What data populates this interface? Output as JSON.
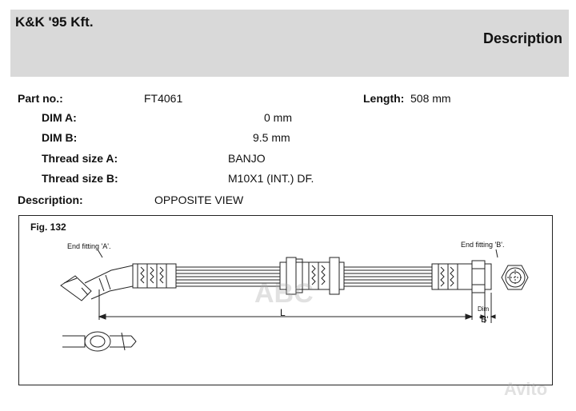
{
  "header": {
    "company": "K&K '95 Kft.",
    "title": "Description"
  },
  "fields": {
    "part_no": {
      "label": "Part no.:",
      "value": "FT4061"
    },
    "length": {
      "label": "Length:",
      "value": "508 mm"
    },
    "dim_a": {
      "label": "DIM A:",
      "value": "0 mm"
    },
    "dim_b": {
      "label": "DIM B:",
      "value": "9.5 mm"
    },
    "thread_a": {
      "label": "Thread size A:",
      "value": "BANJO"
    },
    "thread_b": {
      "label": "Thread size B:",
      "value": "M10X1 (INT.) DF."
    },
    "description": {
      "label": "Description:",
      "value": "OPPOSITE VIEW"
    }
  },
  "figure": {
    "label": "Fig. 132",
    "end_fitting_a": "End fitting 'A'.",
    "end_fitting_b": "End fitting 'B'.",
    "length_symbol": "L",
    "dim_label": "Dim",
    "dim_b_label": "'B'"
  },
  "watermarks": {
    "center": "ABC",
    "corner": "Avito"
  }
}
